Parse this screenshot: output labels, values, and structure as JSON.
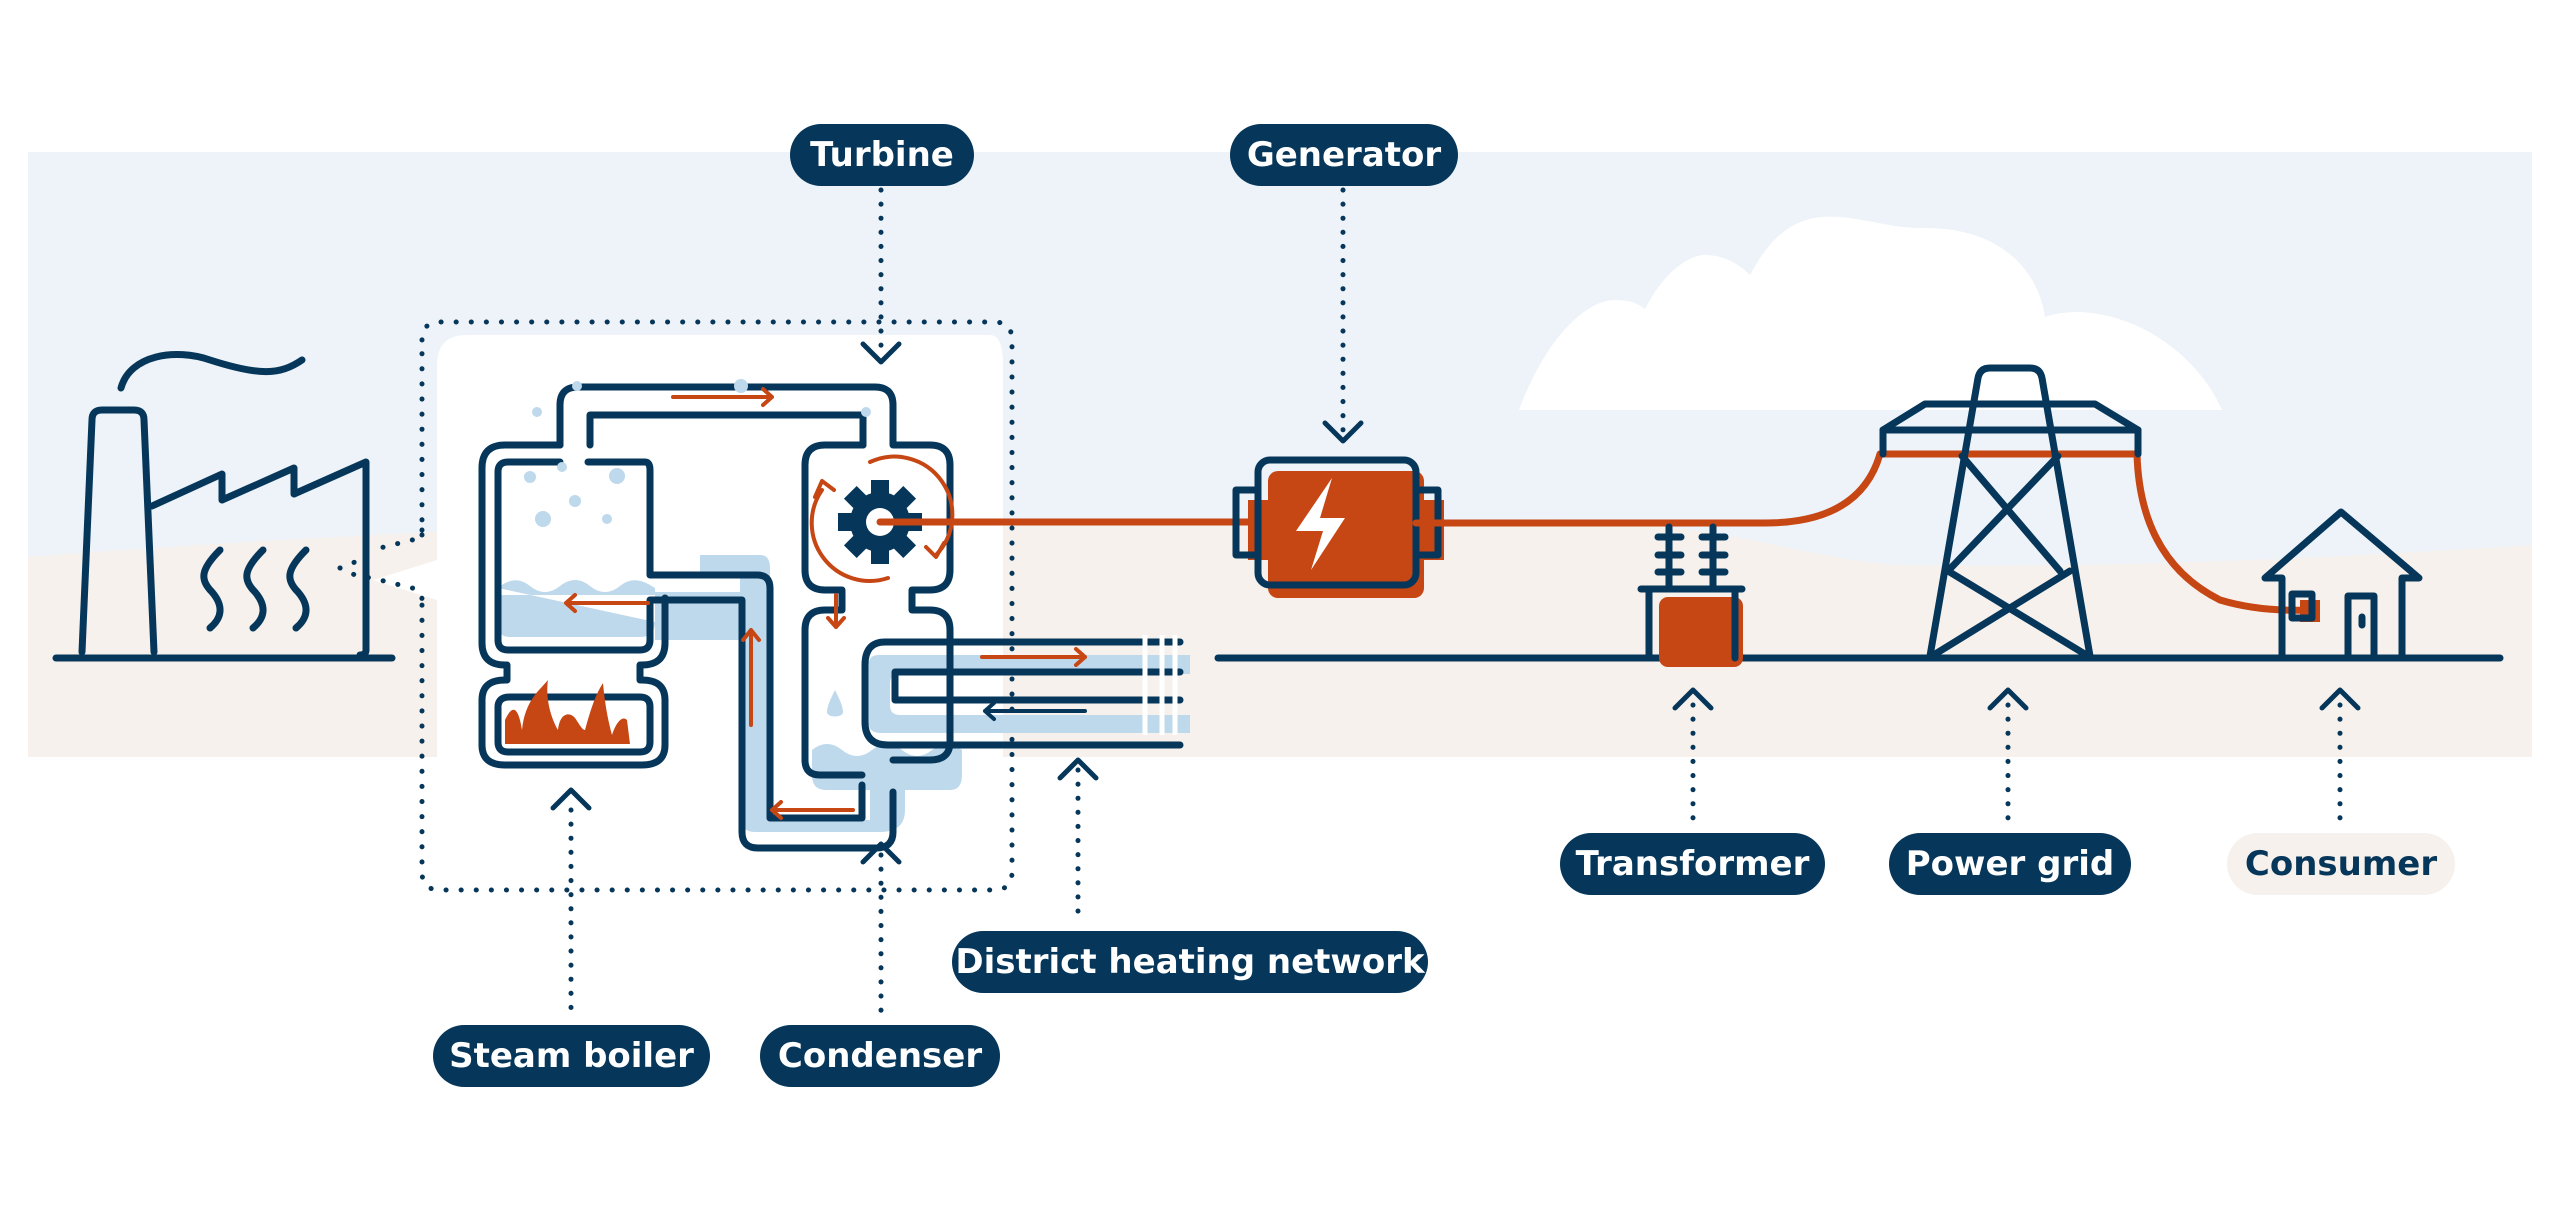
{
  "diagram": {
    "title": "Combined heat and power plant: from steam boiler to consumer",
    "labels": {
      "turbine": "Turbine",
      "generator": "Generator",
      "steam_boiler": "Steam boiler",
      "condenser": "Condenser",
      "district_heating": "District heating network",
      "transformer": "Transformer",
      "power_grid": "Power grid",
      "consumer": "Consumer"
    },
    "icons": {
      "factory": "factory-icon",
      "boiler": "steam-boiler-icon",
      "flame": "flame-icon",
      "turbine": "gear-icon",
      "condenser": "water-drop-icon",
      "generator": "lightning-bolt-icon",
      "transformer": "transformer-icon",
      "tower": "power-tower-icon",
      "house": "house-icon",
      "cloud": "cloud-icon"
    },
    "colors": {
      "navy": "#06375a",
      "orange": "#c64614",
      "light_blue": "#bed8ec",
      "sky": "#edf3f8",
      "ground": "#f6f1ec",
      "white": "#ffffff"
    },
    "flows": [
      {
        "from": "Steam boiler",
        "to": "Turbine",
        "medium": "steam"
      },
      {
        "from": "Turbine",
        "to": "Condenser",
        "medium": "exhaust steam"
      },
      {
        "from": "Condenser",
        "to": "Steam boiler",
        "medium": "water"
      },
      {
        "from": "Condenser",
        "to": "District heating network",
        "medium": "heat"
      },
      {
        "from": "Turbine",
        "to": "Generator",
        "medium": "shaft"
      },
      {
        "from": "Generator",
        "to": "Transformer",
        "medium": "electricity"
      },
      {
        "from": "Transformer",
        "to": "Power grid",
        "medium": "electricity"
      },
      {
        "from": "Power grid",
        "to": "Consumer",
        "medium": "electricity"
      }
    ]
  }
}
